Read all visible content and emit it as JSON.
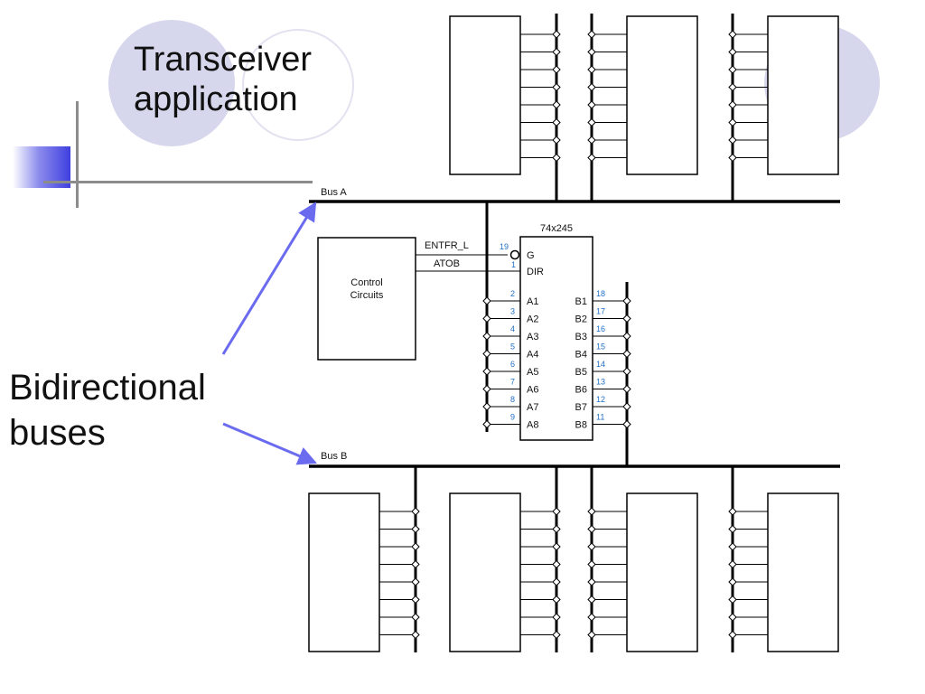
{
  "slide": {
    "title_line1": "Transceiver",
    "title_line2": "application",
    "annotation_line1": "Bidirectional",
    "annotation_line2": "buses"
  },
  "diagram": {
    "bus_a_label": "Bus A",
    "bus_b_label": "Bus B",
    "chip_label": "74x245",
    "control_label_line1": "Control",
    "control_label_line2": "Circuits",
    "signal_enable": "ENTFR_L",
    "signal_dir": "ATOB",
    "pin_g_name": "G",
    "pin_g_number": "19",
    "pin_dir_name": "DIR",
    "pin_dir_number": "1",
    "a_pins": [
      {
        "name": "A1",
        "number": "2"
      },
      {
        "name": "A2",
        "number": "3"
      },
      {
        "name": "A3",
        "number": "4"
      },
      {
        "name": "A4",
        "number": "5"
      },
      {
        "name": "A5",
        "number": "6"
      },
      {
        "name": "A6",
        "number": "7"
      },
      {
        "name": "A7",
        "number": "8"
      },
      {
        "name": "A8",
        "number": "9"
      }
    ],
    "b_pins": [
      {
        "name": "B1",
        "number": "18"
      },
      {
        "name": "B2",
        "number": "17"
      },
      {
        "name": "B3",
        "number": "16"
      },
      {
        "name": "B4",
        "number": "15"
      },
      {
        "name": "B5",
        "number": "14"
      },
      {
        "name": "B6",
        "number": "13"
      },
      {
        "name": "B7",
        "number": "12"
      },
      {
        "name": "B8",
        "number": "11"
      }
    ],
    "top_device_count": 3,
    "bottom_device_count": 4,
    "lines_per_device": 8,
    "arrow_color": "#6b6bef",
    "pin_number_color": "#1f6fc8"
  }
}
